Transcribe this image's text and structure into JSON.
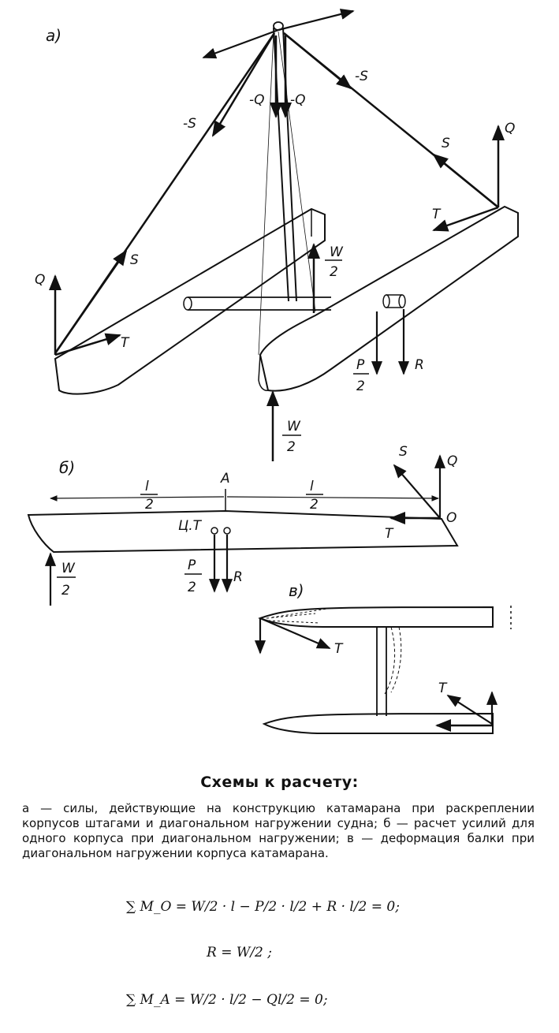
{
  "panels": {
    "a": "а)",
    "b": "б)",
    "v": "в)"
  },
  "labels": {
    "minus_S": "-S",
    "minus_Q": "-Q",
    "S": "S",
    "Q": "Q",
    "T": "T",
    "W": "W",
    "P": "P",
    "R": "R",
    "two": "2",
    "l": "l",
    "A": "A",
    "O": "O",
    "CT": "Ц.Т"
  },
  "caption": {
    "title": "Схемы к расчету:",
    "body": "а — силы, действующие на конструкцию катамарана при раскреплении корпусов штагами и диагональном нагружении судна; б — расчет усилий для одного корпуса при диагональном нагружении; в — деформация балки при диагональном нагружении корпуса катамарана."
  },
  "equations": {
    "eq1": "∑ M_O = W/2 · l − P/2 · l/2 + R · l/2 = 0;",
    "eq2": "R = W/2 ;",
    "eq3": "∑ M_A = W/2 · l/2 − Ql/2 = 0;"
  }
}
